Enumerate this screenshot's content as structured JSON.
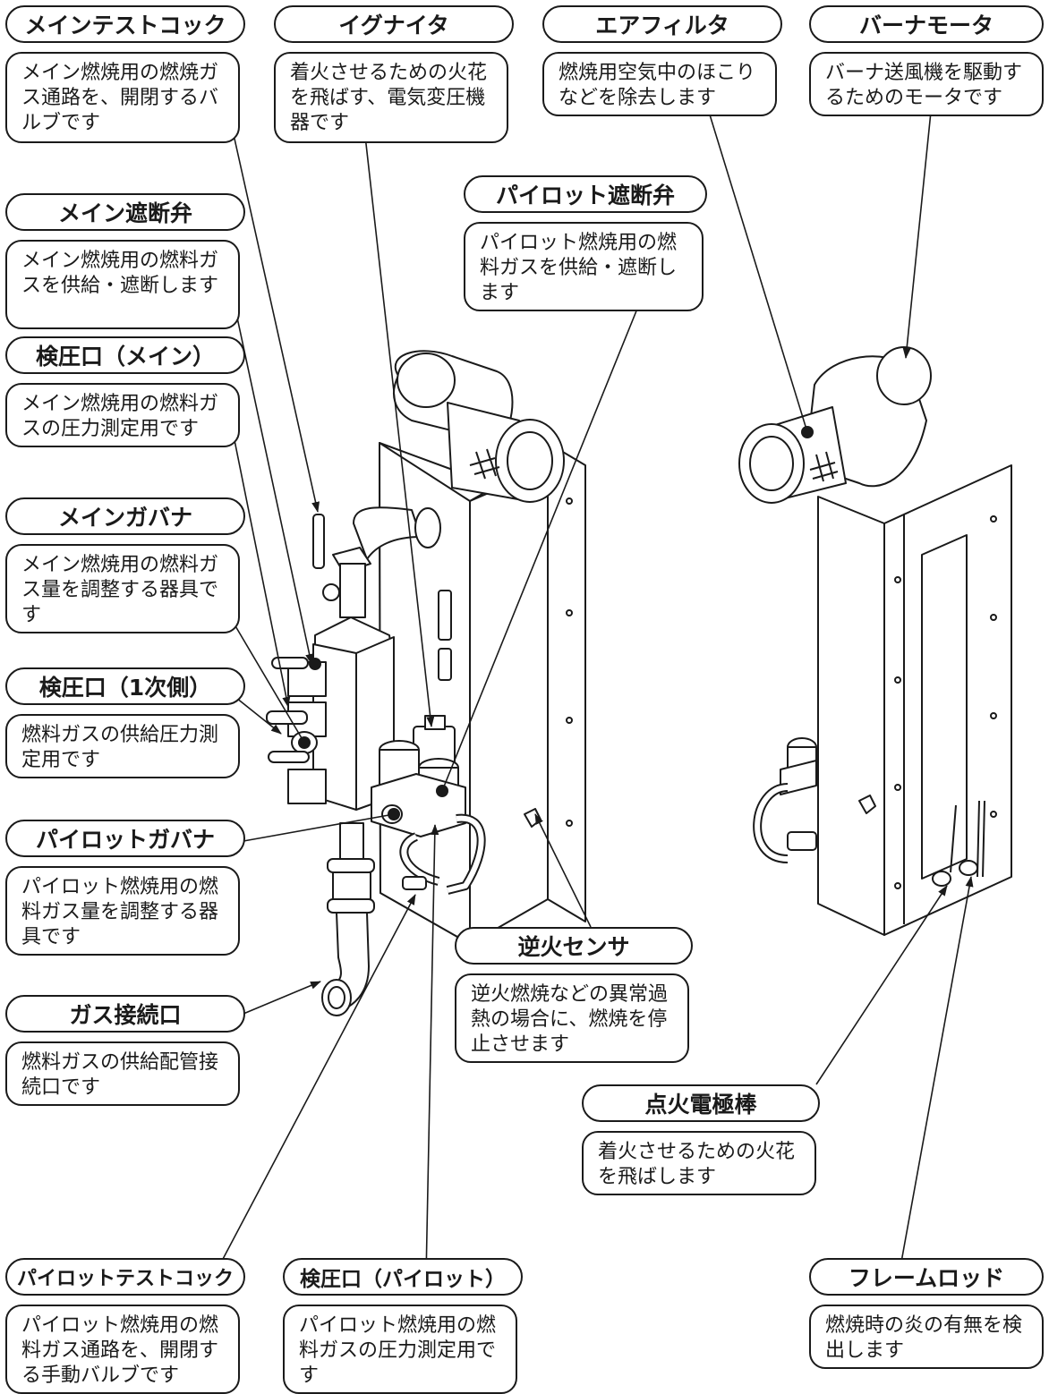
{
  "callouts": [
    {
      "id": "main-test-cock",
      "title": "メインテストコック",
      "desc": "メイン燃焼用の燃焼ガス通路を、開閉するバルブです"
    },
    {
      "id": "igniter",
      "title": "イグナイタ",
      "desc": "着火させるための火花を飛ばす、電気変圧機器です"
    },
    {
      "id": "air-filter",
      "title": "エアフィルタ",
      "desc": "燃焼用空気中のほこりなどを除去します"
    },
    {
      "id": "burner-motor",
      "title": "バーナモータ",
      "desc": "バーナ送風機を駆動するためのモータです"
    },
    {
      "id": "main-shutoff-valve",
      "title": "メイン遮断弁",
      "desc": "メイン燃焼用の燃料ガスを供給・遮断します"
    },
    {
      "id": "pilot-shutoff-valve",
      "title": "パイロット遮断弁",
      "desc": "パイロット燃焼用の燃料ガスを供給・遮断します"
    },
    {
      "id": "pressure-port-main",
      "title": "検圧口（メイン）",
      "desc": "メイン燃焼用の燃料ガスの圧力測定用です"
    },
    {
      "id": "main-governor",
      "title": "メインガバナ",
      "desc": "メイン燃焼用の燃料ガス量を調整する器具です"
    },
    {
      "id": "pressure-port-primary",
      "title": "検圧口（1次側）",
      "desc": "燃料ガスの供給圧力測定用です"
    },
    {
      "id": "pilot-governor",
      "title": "パイロットガバナ",
      "desc": "パイロット燃焼用の燃料ガス量を調整する器具です"
    },
    {
      "id": "backfire-sensor",
      "title": "逆火センサ",
      "desc": "逆火燃焼などの異常過熱の場合に、燃焼を停止させます"
    },
    {
      "id": "gas-inlet",
      "title": "ガス接続口",
      "desc": "燃料ガスの供給配管接続口です"
    },
    {
      "id": "ignition-electrode",
      "title": "点火電極棒",
      "desc": "着火させるための火花を飛ばします"
    },
    {
      "id": "pilot-test-cock",
      "title": "パイロットテストコック",
      "desc": "パイロット燃焼用の燃料ガス通路を、開閉する手動バルブです"
    },
    {
      "id": "pressure-port-pilot",
      "title": "検圧口（パイロット）",
      "desc": "パイロット燃焼用の燃料ガスの圧力測定用です"
    },
    {
      "id": "flame-rod",
      "title": "フレームロッド",
      "desc": "燃焼時の炎の有無を検出します"
    }
  ]
}
